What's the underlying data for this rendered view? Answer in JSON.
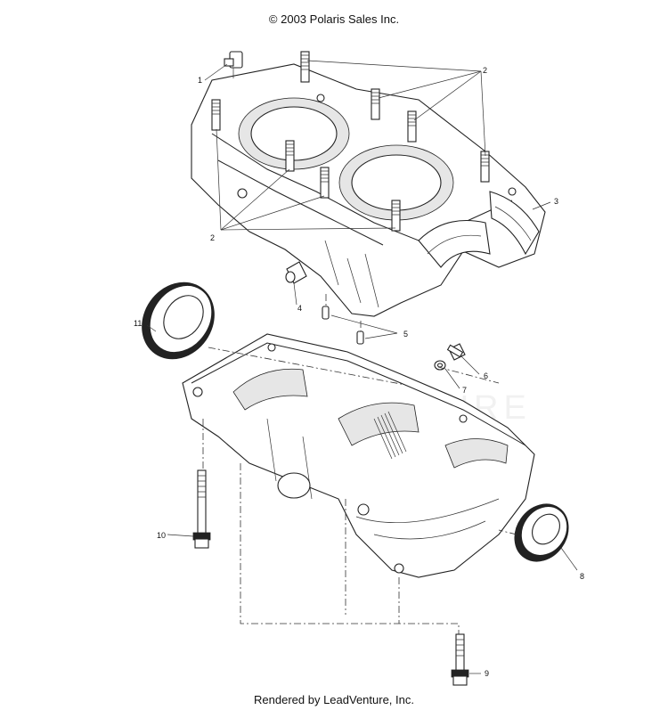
{
  "header": {
    "copyright": "© 2003 Polaris Sales Inc."
  },
  "footer": {
    "rendered_by": "Rendered by LeadVenture, Inc."
  },
  "watermark": {
    "text": "LEADVENTURE"
  },
  "callouts": {
    "c1": "1",
    "c2a": "2",
    "c2b": "2",
    "c3": "3",
    "c4": "4",
    "c5": "5",
    "c6": "6",
    "c7": "7",
    "c8": "8",
    "c9": "9",
    "c10": "10",
    "c11": "11"
  },
  "colors": {
    "line": "#222222",
    "shade": "#e6e6e6",
    "background": "#ffffff"
  }
}
